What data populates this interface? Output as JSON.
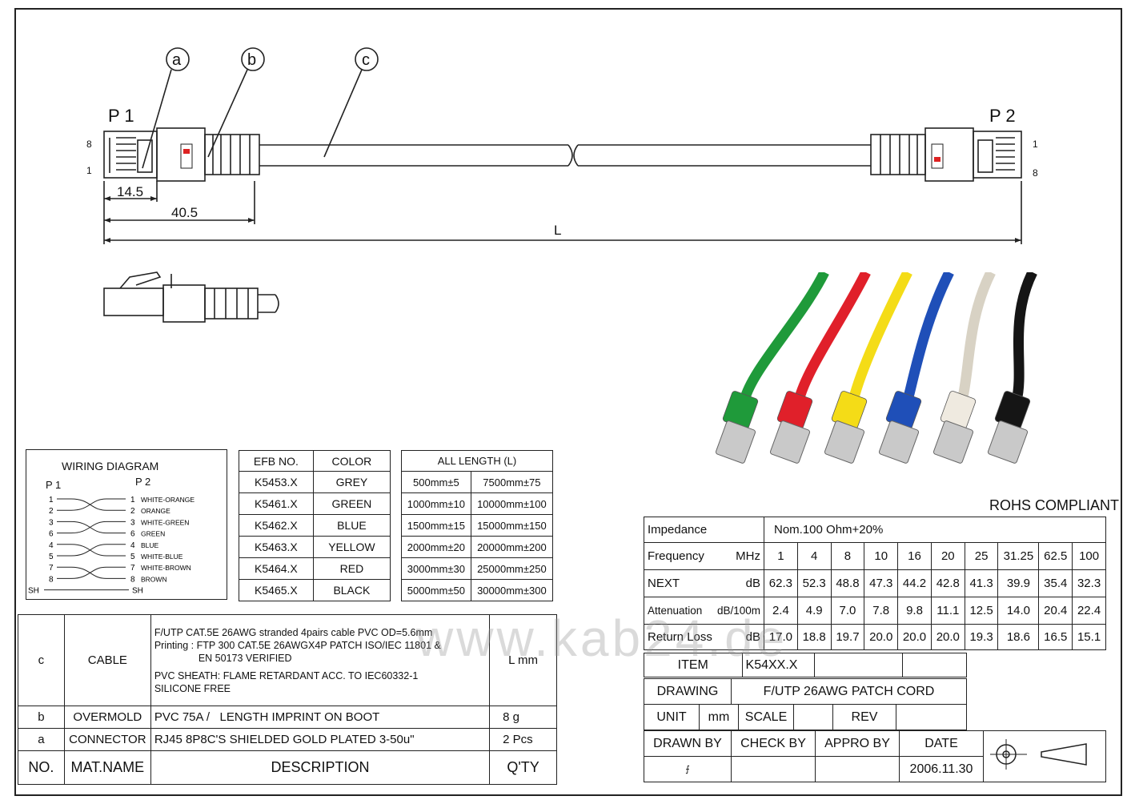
{
  "drawing": {
    "callouts": [
      "a",
      "b",
      "c"
    ],
    "p1": "P 1",
    "p2": "P 2",
    "pin_p1_top": "8",
    "pin_p1_bottom": "1",
    "pin_p2_top": "1",
    "pin_p2_bottom": "8",
    "dim_small": "14.5",
    "dim_mid": "40.5",
    "dim_length": "L"
  },
  "wiring": {
    "title": "WIRING DIAGRAM",
    "p1": "P 1",
    "p2": "P 2",
    "rows": [
      {
        "left": "1",
        "right": "1",
        "label": "WHITE-ORANGE"
      },
      {
        "left": "2",
        "right": "2",
        "label": "ORANGE"
      },
      {
        "left": "3",
        "right": "3",
        "label": "WHITE-GREEN"
      },
      {
        "left": "6",
        "right": "6",
        "label": "GREEN"
      },
      {
        "left": "4",
        "right": "4",
        "label": "BLUE"
      },
      {
        "left": "5",
        "right": "5",
        "label": "WHITE-BLUE"
      },
      {
        "left": "7",
        "right": "7",
        "label": "WHITE-BROWN"
      },
      {
        "left": "8",
        "right": "8",
        "label": "BROWN"
      },
      {
        "left": "SH",
        "right": "SH",
        "label": ""
      }
    ]
  },
  "efb_table": {
    "headers": [
      "EFB NO.",
      "COLOR"
    ],
    "rows": [
      [
        "K5453.X",
        "GREY"
      ],
      [
        "K5461.X",
        "GREEN"
      ],
      [
        "K5462.X",
        "BLUE"
      ],
      [
        "K5463.X",
        "YELLOW"
      ],
      [
        "K5464.X",
        "RED"
      ],
      [
        "K5465.X",
        "BLACK"
      ]
    ]
  },
  "length_table": {
    "header": "ALL LENGTH (L)",
    "rows": [
      [
        "500mm±5",
        "7500mm±75"
      ],
      [
        "1000mm±10",
        "10000mm±100"
      ],
      [
        "1500mm±15",
        "15000mm±150"
      ],
      [
        "2000mm±20",
        "20000mm±200"
      ],
      [
        "3000mm±30",
        "25000mm±250"
      ],
      [
        "5000mm±50",
        "30000mm±300"
      ]
    ]
  },
  "bom": {
    "cable": {
      "no": "c",
      "name": "CABLE",
      "desc1": "F/UTP CAT.5E 26AWG stranded 4pairs cable PVC OD=5.6mm",
      "desc2": "Printing : FTP 300 CAT.5E 26AWGX4P PATCH ISO/IEC 11801 &",
      "desc3": "EN 50173 VERIFIED",
      "desc4": "PVC SHEATH: FLAME RETARDANT ACC. TO IEC60332-1",
      "desc5": "SILICONE FREE",
      "qty": "L mm"
    },
    "overmold": {
      "no": "b",
      "name": "OVERMOLD",
      "desc": "PVC 75A /   LENGTH IMPRINT ON BOOT",
      "qty": "8 g"
    },
    "connector": {
      "no": "a",
      "name": "CONNECTOR",
      "desc": "RJ45 8P8C'S SHIELDED GOLD PLATED 3-50u\"",
      "qty": "2 Pcs"
    },
    "header": {
      "no": "NO.",
      "name": "MAT.NAME",
      "desc": "DESCRIPTION",
      "qty": "Q'TY"
    }
  },
  "watermark": "www.kab24.de",
  "rohs": "ROHS COMPLIANT",
  "perf": {
    "impedance_label": "Impedance",
    "impedance_value": "Nom.100 Ohm+20%",
    "frequency_label": "Frequency",
    "frequency_unit": "MHz",
    "frequencies": [
      "1",
      "4",
      "8",
      "10",
      "16",
      "20",
      "25",
      "31.25",
      "62.5",
      "100"
    ],
    "next_label": "NEXT",
    "next_unit": "dB",
    "next": [
      "62.3",
      "52.3",
      "48.8",
      "47.3",
      "44.2",
      "42.8",
      "41.3",
      "39.9",
      "35.4",
      "32.3"
    ],
    "att_label": "Attenuation",
    "att_unit": "dB/100m",
    "att": [
      "2.4",
      "4.9",
      "7.0",
      "7.8",
      "9.8",
      "11.1",
      "12.5",
      "14.0",
      "20.4",
      "22.4"
    ],
    "rl_label": "Return Loss",
    "rl_unit": "dB",
    "rl": [
      "17.0",
      "18.8",
      "19.7",
      "20.0",
      "20.0",
      "20.0",
      "19.3",
      "18.6",
      "16.5",
      "15.1"
    ]
  },
  "title_block": {
    "item_label": "ITEM",
    "item_value": "K54XX.X",
    "drawing_label": "DRAWING",
    "drawing_value": "F/UTP 26AWG PATCH CORD",
    "unit_label": "UNIT",
    "unit_value": "mm",
    "scale_label": "SCALE",
    "rev_label": "REV",
    "drawn_by": "DRAWN BY",
    "check_by": "CHECK BY",
    "appro_by": "APPRO BY",
    "date_label": "DATE",
    "date_value": "2006.11.30"
  },
  "cable_colors": [
    "#1f9a3a",
    "#e0202a",
    "#f4dc17",
    "#1f4fb8",
    "#efeae0",
    "#151515"
  ]
}
